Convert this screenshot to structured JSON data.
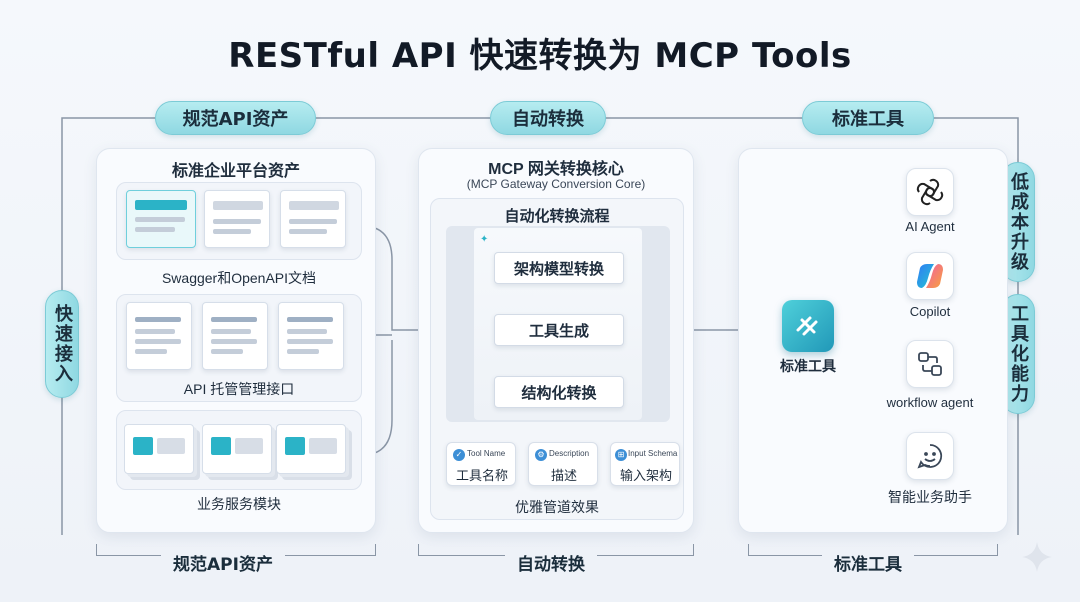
{
  "title": "RESTful API 快速转换为 MCP Tools",
  "top_pills": {
    "left": "规范API资产",
    "middle": "自动转换",
    "right": "标准工具"
  },
  "side_pills": {
    "left": "快速接入",
    "right_top": "低成本升级",
    "right_bottom": "工具化能力"
  },
  "left_panel": {
    "heading": "标准企业平台资产",
    "groups": [
      {
        "label": "Swagger和OpenAPI文档"
      },
      {
        "label": "API 托管管理接口"
      },
      {
        "label": "业务服务模块"
      }
    ]
  },
  "middle_panel": {
    "heading": "MCP 网关转换核心",
    "subheading": "(MCP Gateway Conversion Core)",
    "flow_title": "自动化转换流程",
    "steps": [
      "架构模型转换",
      "工具生成",
      "结构化转换"
    ],
    "tags": [
      {
        "small": "Tool Name",
        "label": "工具名称"
      },
      {
        "small": "Description",
        "label": "描述"
      },
      {
        "small": "Input Schema",
        "label": "输入架构"
      }
    ],
    "footer": "优雅管道效果"
  },
  "right_panel": {
    "hub_label": "标准工具",
    "tools": [
      {
        "label": "AI Agent",
        "icon": "openai-icon"
      },
      {
        "label": "Copilot",
        "icon": "copilot-icon"
      },
      {
        "label": "workflow agent",
        "icon": "workflow-icon"
      },
      {
        "label": "智能业务助手",
        "icon": "smiley-chat-icon"
      }
    ]
  },
  "bottom_labels": {
    "left": "规范API资产",
    "middle": "自动转换",
    "right": "标准工具"
  },
  "colors": {
    "accent": "#2bb3c7",
    "pill": "#a6e3ea",
    "line": "#8a96a6"
  }
}
